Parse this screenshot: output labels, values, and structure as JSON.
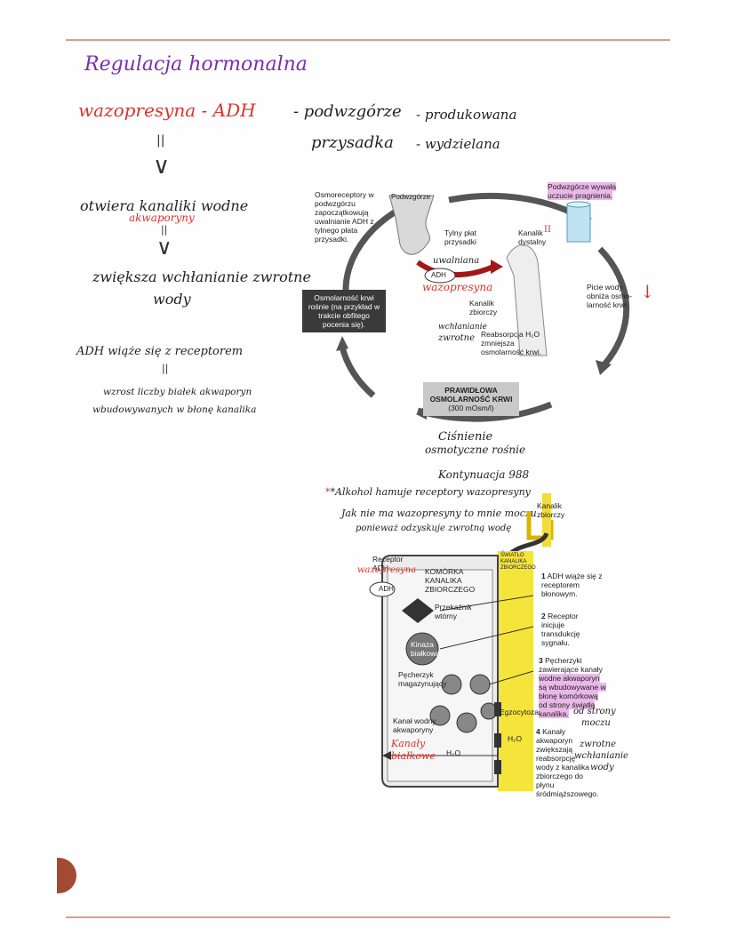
{
  "notes": {
    "title": "Regulacja hormonalna",
    "line1_red": "wazopresyna - ADH",
    "line1_right": "- podwzgórze",
    "line1_far": "- produkowana",
    "line2_right": "przysadka",
    "line2_far": "- wydzielana",
    "eq_mark": "||",
    "opens": "otwiera kanaliki wodne",
    "aquaporins": "akwaporyny",
    "increases": "zwiększa wchłanianie zwrotne",
    "water": "wody",
    "adh_binds": "ADH wiąże się z receptorem",
    "growth1": "wzrost liczby białek akwaporyn",
    "growth2": "wbudowywanych w błonę kanalika",
    "pressure1": "Ciśnienie",
    "pressure2": "osmotyczne rośnie",
    "continuation": "Kontynuacja 988",
    "alcohol": "*Alkohol hamuje receptory wazopresyny",
    "no_vaso1": "Jak nie ma wazopresyny to mnie moczu",
    "no_vaso2": "ponieważ odzyskuje zwrotną wodę",
    "annot_release": "uwalniana",
    "annot_vaso": "wazopresyna",
    "annot_absorb1": "wchłanianie",
    "annot_absorb2": "zwrotne",
    "annot_side1": "od strony",
    "annot_side2": "moczu",
    "annot_proteins1": "Kanały",
    "annot_proteins2": "białkowe",
    "annot_right1": "zwrotne",
    "annot_right2": "wchłanianie",
    "annot_right3": "wody",
    "annot_vaso_receptor": "wazopresyna",
    "roman_two": "II"
  },
  "diagram1": {
    "osmoreceptors": "Osmoreceptory w podwzgórzu zapoczątkowują uwalnianie ADH z tylnego płata przysadki.",
    "hypothalamus_label": "Podwzgórze",
    "posterior_lobe": "Tylny płat przysadki",
    "adh": "ADH",
    "distal_tubule": "Kanalik dystalny",
    "collecting_duct": "Kanalik zbiorczy",
    "reabsorption": "Reabsorpcja H₂O zmniejsza osmolarność krwi.",
    "thirst": "Podwzgórze wywała uczucie pragnienia.",
    "drinking": "Picie wody obniża osmo-larność krwi.",
    "osm_rises": "Osmolarność krwi rośnie (na przykład w trakcie obfitego pocenia się).",
    "normal_title": "PRAWIDŁOWA OSMOLARNOŚĆ KRWI",
    "normal_value": "(300 mOsm/l)"
  },
  "diagram2": {
    "collecting_duct": "Kanalik zbiorczy",
    "lumen": "ŚWIATŁO KANALIKA ZBIORCZEGO",
    "cell": "KOMÓRKA KANALIKA ZBIORCZEGO",
    "receptor": "Receptor ADH",
    "adh": "ADH",
    "second_messenger": "Przekaźnik wtórny",
    "kinase": "Kinaza białkowa",
    "vesicle": "Pęcherzyk magazynujący",
    "channel": "Kanał wodny akwaporyny",
    "exocytosis": "Egzocytoza",
    "h2o": "H₂O",
    "step1": "ADH wiąże się z receptorem błonowym.",
    "step2": "Receptor inicjuje transdukcję sygnału.",
    "step3a": "Pęcherzyki zawierające kanały",
    "step3b": "wodne akwaporyn są wbudowywane w błonę komórkową od strony światła kanalika.",
    "step4": "Kanały akwaporyn zwiększają reabsorpcję wody z kanalika zbiorczego do płynu śródmiąższowego.",
    "n1": "1",
    "n2": "2",
    "n3": "3",
    "n4": "4"
  }
}
